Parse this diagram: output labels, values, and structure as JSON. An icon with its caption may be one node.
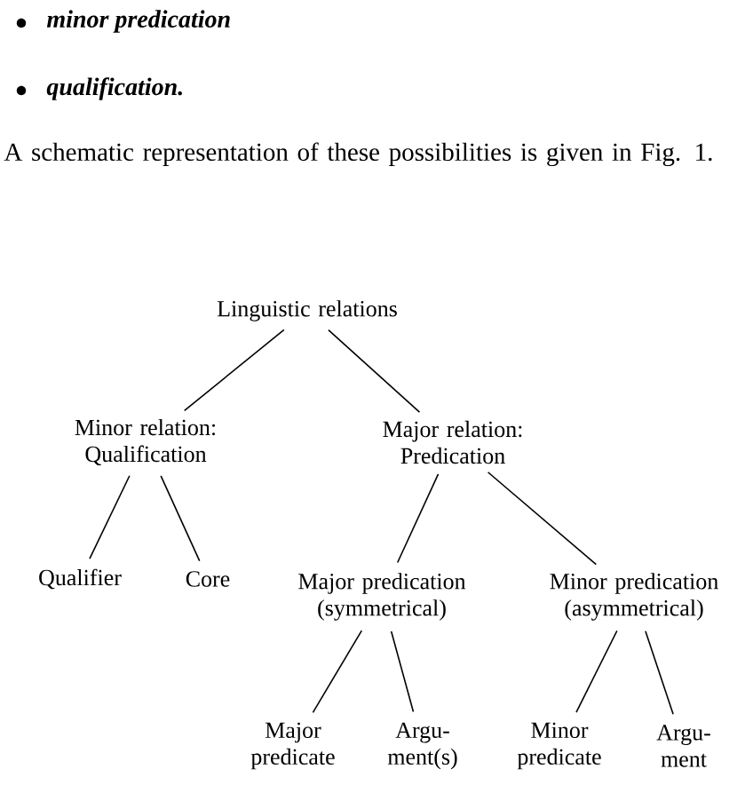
{
  "diagram": {
    "nodes": [
      {
        "text": [
          "Linguistic relations"
        ]
      },
      {
        "text": [
          "Minor relation: Qualification"
        ]
      },
      {
        "text": [
          "Major relation: Predication"
        ]
      },
      {
        "text": [
          "Qualifier"
        ]
      },
      {
        "text": [
          "Core"
        ]
      },
      {
        "text": [
          "Major predication (symmetrical)"
        ]
      },
      {
        "text": [
          "Minor predication (asymmetrical)"
        ]
      },
      {
        "text": [
          "Major predicate"
        ]
      },
      {
        "text": [
          "Argu- ment(s)"
        ]
      },
      {
        "text": [
          "Minor predicate"
        ]
      },
      {
        "text": [
          "Argu- ment"
        ]
      }
    ],
    "edges": [
      {
        "from": 0,
        "to": 1,
        "arrow": "none"
      },
      {
        "from": 0,
        "to": 2,
        "arrow": "none"
      },
      {
        "from": 1,
        "to": 3,
        "arrow": "none"
      },
      {
        "from": 1,
        "to": 4,
        "arrow": "none"
      },
      {
        "from": 2,
        "to": 5,
        "arrow": "none"
      },
      {
        "from": 2,
        "to": 6,
        "arrow": "none"
      },
      {
        "from": 5,
        "to": 7,
        "arrow": "none"
      },
      {
        "from": 5,
        "to": 8,
        "arrow": "none"
      },
      {
        "from": 6,
        "to": 9,
        "arrow": "none"
      },
      {
        "from": 6,
        "to": 10,
        "arrow": "none"
      }
    ],
    "labels": [
      "minor predication",
      "qualification.",
      "A schematic representation of these possibilities is given in Fig. 1."
    ]
  }
}
